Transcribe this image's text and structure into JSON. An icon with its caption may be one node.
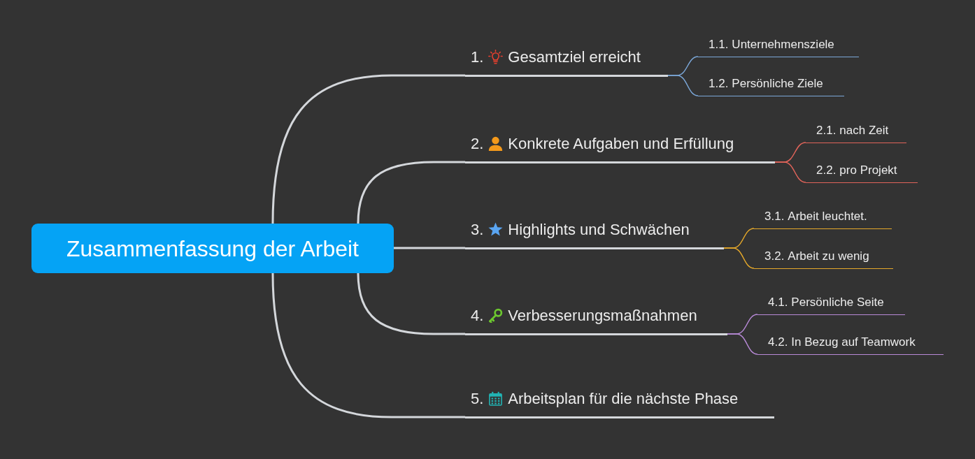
{
  "diagram": {
    "nodes": [
      {
        "text": [
          "Zusammenfassung der Arbeit"
        ]
      },
      {
        "text": [
          "1.",
          "Gesamtziel erreicht"
        ]
      },
      {
        "text": [
          "1.1.",
          "Unternehmensziele"
        ]
      },
      {
        "text": [
          "1.2.",
          "Persönliche Ziele"
        ]
      },
      {
        "text": [
          "2.",
          "Konkrete Aufgaben und Erfüllung"
        ]
      },
      {
        "text": [
          "2.1.",
          "nach Zeit"
        ]
      },
      {
        "text": [
          "2.2.",
          "pro Projekt"
        ]
      },
      {
        "text": [
          "3.",
          "Highlights und Schwächen"
        ]
      },
      {
        "text": [
          "3.1.",
          "Arbeit leuchtet."
        ]
      },
      {
        "text": [
          "3.2.",
          "Arbeit zu wenig"
        ]
      },
      {
        "text": [
          "4.",
          "Verbesserungsmaßnahmen"
        ]
      },
      {
        "text": [
          "4.1.",
          "Persönliche Seite"
        ]
      },
      {
        "text": [
          "4.2.",
          "In Bezug auf Teamwork"
        ]
      },
      {
        "text": [
          "5.",
          "Arbeitsplan für die nächste Phase"
        ]
      }
    ],
    "edges": [
      {
        "from": 0,
        "to": 1,
        "arrow": "none"
      },
      {
        "from": 1,
        "to": 2,
        "arrow": "none",
        "color": "#7ba7d8"
      },
      {
        "from": 1,
        "to": 3,
        "arrow": "none",
        "color": "#7ba7d8"
      },
      {
        "from": 0,
        "to": 4,
        "arrow": "none"
      },
      {
        "from": 4,
        "to": 5,
        "arrow": "none",
        "color": "#e0645a"
      },
      {
        "from": 4,
        "to": 6,
        "arrow": "none",
        "color": "#e0645a"
      },
      {
        "from": 0,
        "to": 7,
        "arrow": "none"
      },
      {
        "from": 7,
        "to": 8,
        "arrow": "none",
        "color": "#e5a82a"
      },
      {
        "from": 7,
        "to": 9,
        "arrow": "none",
        "color": "#e5a82a"
      },
      {
        "from": 0,
        "to": 10,
        "arrow": "none"
      },
      {
        "from": 10,
        "to": 11,
        "arrow": "none",
        "color": "#b98ad8"
      },
      {
        "from": 10,
        "to": 12,
        "arrow": "none",
        "color": "#b98ad8"
      },
      {
        "from": 0,
        "to": 13,
        "arrow": "none"
      }
    ]
  }
}
